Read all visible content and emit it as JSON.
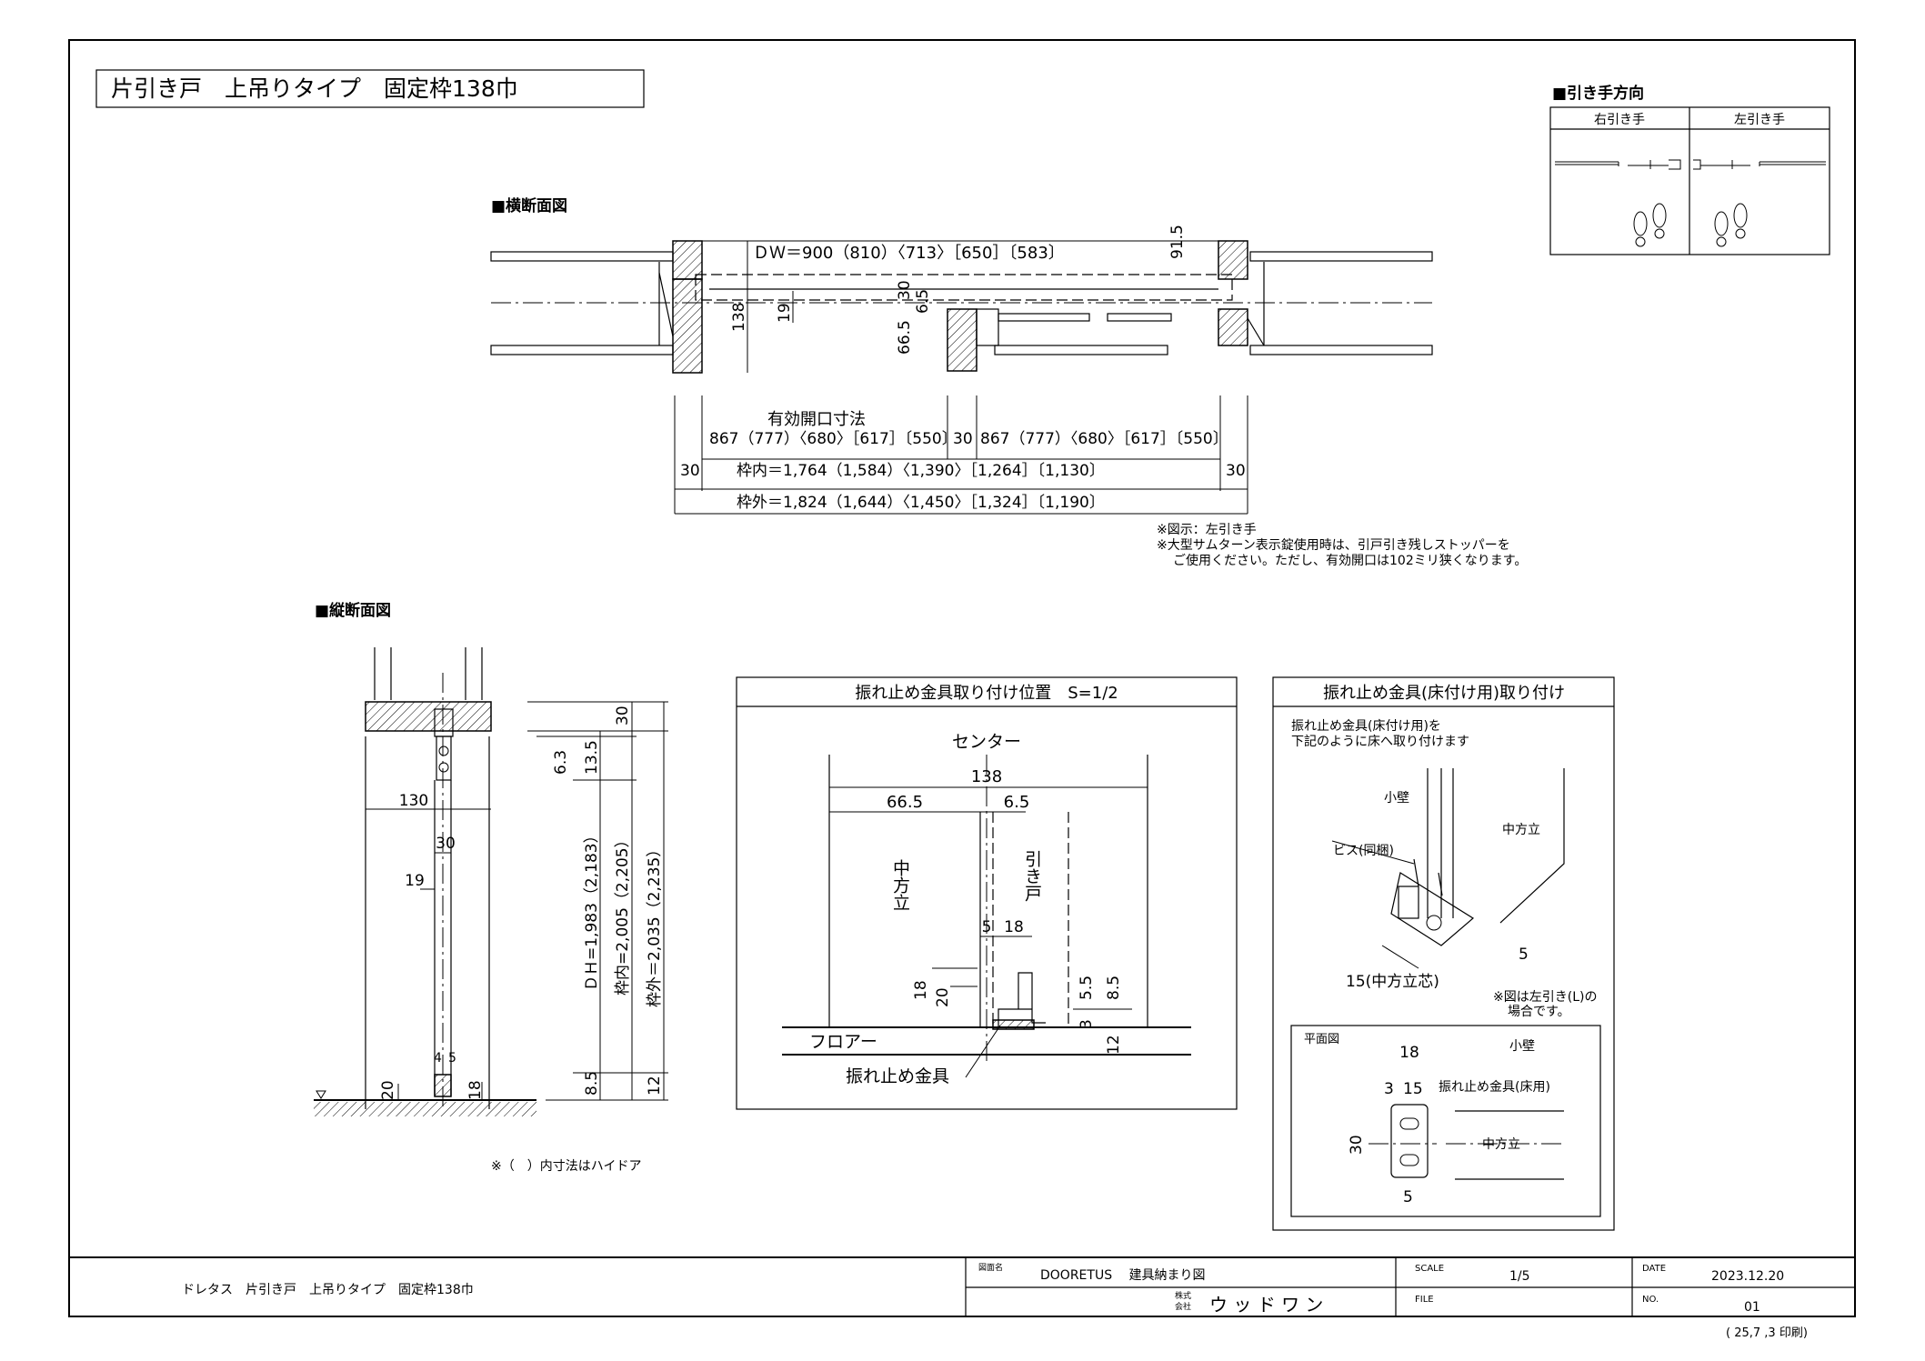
{
  "title": "片引き戸　上吊りタイプ　固定枠138巾",
  "handle_direction": {
    "heading": "■引き手方向",
    "right_label": "右引き手",
    "left_label": "左引き手"
  },
  "horizontal_section": {
    "heading": "■横断面図",
    "dw": "ＤＷ＝900（810）〈713〉［650］〔583〕",
    "dims": {
      "d91_5": "91.5",
      "d30": "30",
      "d6_5": "6.5",
      "d138": "138",
      "d19": "19",
      "d66_5": "66.5"
    },
    "opening_label": "有効開口寸法",
    "opening_values": "867（777）〈680〉［617］〔550〕",
    "opening_mid": "30",
    "opening_values_right": "867（777）〈680〉［617］〔550〕",
    "edge_left": "30",
    "edge_right": "30",
    "inner": "枠内＝1,764（1,584）〈1,390〉［1,264］〔1,130〕",
    "outer": "枠外＝1,824（1,644）〈1,450〉［1,324］〔1,190〕",
    "note1": "※図示：左引き手",
    "note2": "※大型サムターン表示錠使用時は、引戸引き残しストッパーを",
    "note3": "ご使用ください。ただし、有効開口は102ミリ狭くなります。"
  },
  "vertical_section": {
    "heading": "■縦断面図",
    "dims": {
      "d130": "130",
      "d30": "30",
      "d19": "19",
      "d4": "4",
      "d5": "5",
      "d20": "20",
      "d18": "18",
      "d6_3": "6.3",
      "d13_5": "13.5",
      "d30b": "30",
      "d8_5": "8.5",
      "d12": "12"
    },
    "dh": "ＤＨ=1,983（2,183）",
    "inner": "枠内=2,005（2,205）",
    "outer": "枠外＝2,035（2,235）",
    "note": "※（　）内寸法はハイドア"
  },
  "stopper_position": {
    "heading": "振れ止め金具取り付け位置　S=1/2",
    "center": "センター",
    "d138": "138",
    "d66_5": "66.5",
    "d6_5": "6.5",
    "mid_post": "中方立",
    "sliding_door": "引き戸",
    "d5": "5",
    "d18": "18",
    "d18b": "18",
    "d20": "20",
    "d5_5": "5.5",
    "d8_5": "8.5",
    "d3": "3",
    "d12": "12",
    "floor": "フロアー",
    "fitting": "振れ止め金具"
  },
  "stopper_install": {
    "heading": "振れ止め金具(床付け用)取り付け",
    "desc1": "振れ止め金具(床付け用)を",
    "desc2": "下記のように床へ取り付けます",
    "small_wall": "小壁",
    "mid_post": "中方立",
    "screw": "ビス(同梱)",
    "d5": "5",
    "d15": "15(中方立芯)",
    "note1": "※図は左引き(L)の",
    "note2": "場合です。",
    "plan_title": "平面図",
    "plan_small_wall": "小壁",
    "plan_d18": "18",
    "plan_d3": "3",
    "plan_d15": "15",
    "plan_fitting": "振れ止め金具(床用)",
    "plan_d30": "30",
    "plan_mid_post": "中方立",
    "plan_d5": "5"
  },
  "title_block": {
    "product": "ドレタス　片引き戸　上吊りタイプ　固定枠138巾",
    "drawing_name_label": "図面名",
    "drawing_name": "DOORETUS　 建具納まり図",
    "company_label1": "株式",
    "company_label2": "会社",
    "company": "ウ ッ ド ワ ン",
    "scale_label": "SCALE",
    "scale": "1/5",
    "file_label": "FILE",
    "date_label": "DATE",
    "date": "2023.12.20",
    "no_label": "NO.",
    "no": "01",
    "print": "( 25,7 ,3  印刷)"
  }
}
